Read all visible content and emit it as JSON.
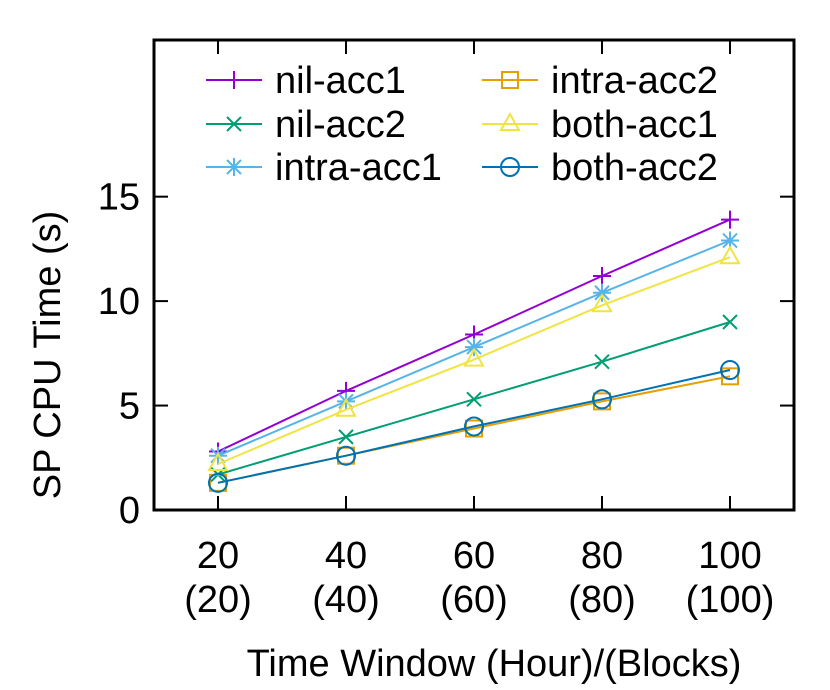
{
  "chart_data": {
    "type": "line",
    "xlabel": "Time Window (Hour)/(Blocks)",
    "ylabel": "SP CPU Time (s)",
    "x": [
      20,
      40,
      60,
      80,
      100
    ],
    "x_tick_labels": [
      {
        "top": "20",
        "bottom": "(20)"
      },
      {
        "top": "40",
        "bottom": "(40)"
      },
      {
        "top": "60",
        "bottom": "(60)"
      },
      {
        "top": "80",
        "bottom": "(80)"
      },
      {
        "top": "100",
        "bottom": "(100)"
      }
    ],
    "xlim": [
      10,
      110
    ],
    "ylim": [
      0,
      22.5
    ],
    "yticks": [
      0,
      5,
      10,
      15
    ],
    "grid": false,
    "legend_position": "top",
    "series": [
      {
        "name": "nil-acc1",
        "color": "#9400d3",
        "marker": "plus",
        "values": [
          2.8,
          5.7,
          8.4,
          11.2,
          13.9
        ]
      },
      {
        "name": "nil-acc2",
        "color": "#009e73",
        "marker": "cross",
        "values": [
          1.7,
          3.5,
          5.3,
          7.1,
          9.0
        ]
      },
      {
        "name": "intra-acc1",
        "color": "#56b4e9",
        "marker": "star",
        "values": [
          2.6,
          5.2,
          7.8,
          10.4,
          12.9
        ]
      },
      {
        "name": "intra-acc2",
        "color": "#e69f00",
        "marker": "square",
        "values": [
          1.3,
          2.6,
          3.9,
          5.2,
          6.4
        ]
      },
      {
        "name": "both-acc1",
        "color": "#f0e442",
        "marker": "triangle",
        "values": [
          2.2,
          4.8,
          7.2,
          9.8,
          12.1
        ]
      },
      {
        "name": "both-acc2",
        "color": "#0072b2",
        "marker": "circle",
        "values": [
          1.3,
          2.6,
          4.0,
          5.3,
          6.7
        ]
      }
    ]
  }
}
